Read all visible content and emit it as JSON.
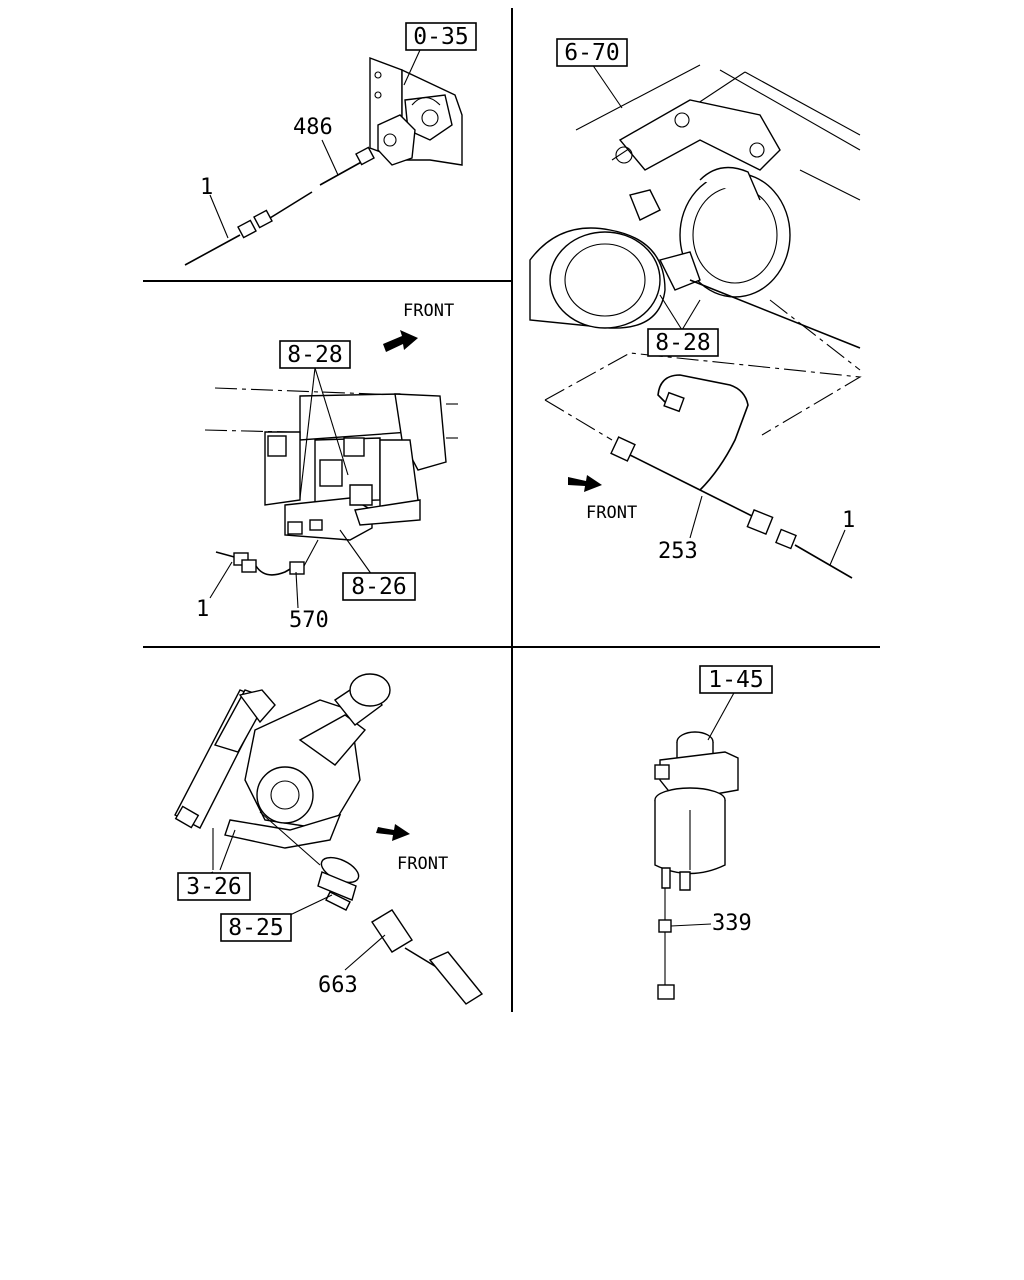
{
  "panels": [
    {
      "id": "top-left",
      "refs": [
        {
          "key": "ref_0_35",
          "text": "0-35"
        }
      ],
      "callouts": [
        {
          "key": "n486",
          "text": "486"
        },
        {
          "key": "n1",
          "text": "1"
        }
      ],
      "front_label": ""
    },
    {
      "id": "middle-left",
      "refs": [
        {
          "key": "ref_8_28",
          "text": "8-28"
        },
        {
          "key": "ref_8_26",
          "text": "8-26"
        }
      ],
      "callouts": [
        {
          "key": "n570",
          "text": "570"
        },
        {
          "key": "n1",
          "text": "1"
        }
      ],
      "front_label": "FRONT"
    },
    {
      "id": "top-right",
      "refs": [
        {
          "key": "ref_6_70",
          "text": "6-70"
        },
        {
          "key": "ref_8_28",
          "text": "8-28"
        }
      ],
      "callouts": [
        {
          "key": "n253",
          "text": "253"
        },
        {
          "key": "n1",
          "text": "1"
        }
      ],
      "front_label": "FRONT"
    },
    {
      "id": "bottom-left",
      "refs": [
        {
          "key": "ref_3_26",
          "text": "3-26"
        },
        {
          "key": "ref_8_25",
          "text": "8-25"
        }
      ],
      "callouts": [
        {
          "key": "n663",
          "text": "663"
        }
      ],
      "front_label": "FRONT"
    },
    {
      "id": "bottom-right",
      "refs": [
        {
          "key": "ref_1_45",
          "text": "1-45"
        }
      ],
      "callouts": [
        {
          "key": "n339",
          "text": "339"
        }
      ],
      "front_label": ""
    }
  ]
}
